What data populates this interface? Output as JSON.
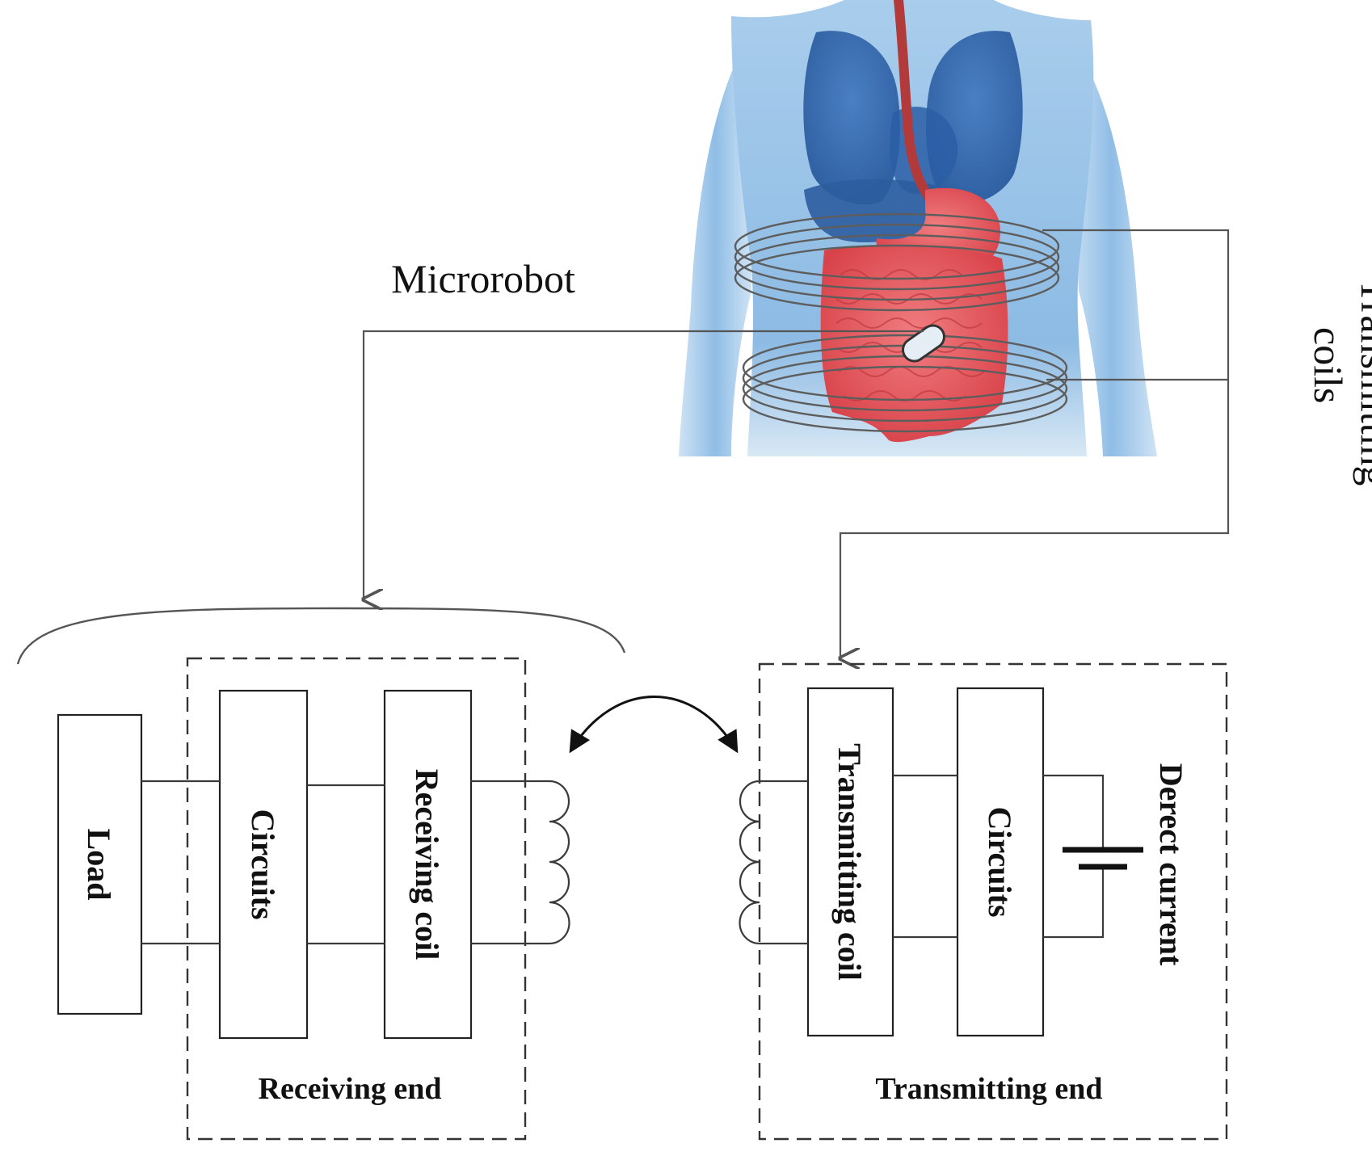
{
  "labels": {
    "microrobot": "Microrobot",
    "transmitting_coils_line1": "Transmitting",
    "transmitting_coils_line2": "coils",
    "load": "Load",
    "circuits_rx": "Circuits",
    "receiving_coil": "Receiving coil",
    "receiving_end": "Receiving end",
    "transmitting_coil": "Transmitting coil",
    "circuits_tx": "Circuits",
    "direct_current": "Derect current",
    "transmitting_end": "Transmitting end"
  },
  "colors": {
    "body_blue": "#7fb2e0",
    "organ_blue": "#2f62a8",
    "intestine_red": "#e8595f",
    "esophagus_red": "#b23a3a",
    "coil_gray": "#5d5d5d",
    "capsule": "#e4eef4"
  }
}
